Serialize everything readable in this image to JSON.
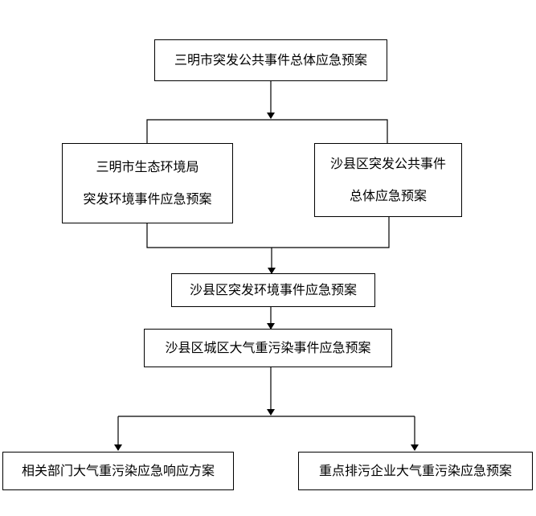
{
  "nodes": {
    "top": "三明市突发公共事件总体应急预案",
    "eco_line1": "三明市生态环境局",
    "eco_line2": "突发环境事件应急预案",
    "sha_line1": "沙县区突发公共事件",
    "sha_line2": "总体应急预案",
    "env": "沙县区突发环境事件应急预案",
    "air": "沙县区城区大气重污染事件应急预案",
    "dept": "相关部门大气重污染应急响应方案",
    "ent": "重点排污企业大气重污染应急预案"
  }
}
